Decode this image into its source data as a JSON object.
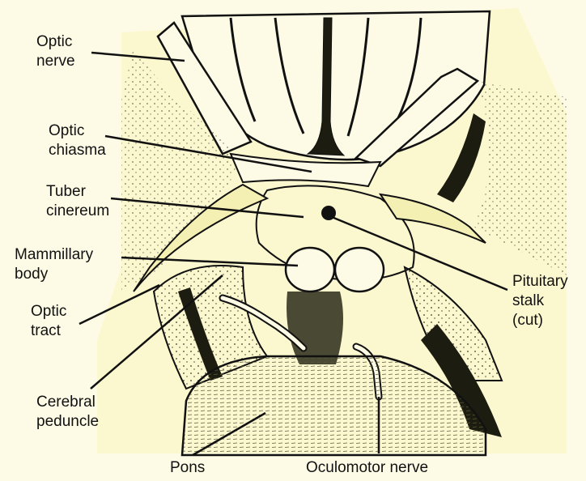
{
  "colors": {
    "background": "#fdfbe6",
    "tissue_light": "#fbf7cf",
    "tissue_mid": "#f4efb3",
    "ink": "#111111",
    "dark_fill": "#1c1c10"
  },
  "labels": {
    "optic_nerve": {
      "line1": "Optic",
      "line2": "nerve"
    },
    "optic_chiasma": {
      "line1": "Optic",
      "line2": "chiasma"
    },
    "tuber_cinereum": {
      "line1": "Tuber",
      "line2": "cinereum"
    },
    "mammillary_body": {
      "line1": "Mammillary",
      "line2": "body"
    },
    "optic_tract": {
      "line1": "Optic",
      "line2": "tract"
    },
    "cerebral_peduncle": {
      "line1": "Cerebral",
      "line2": "peduncle"
    },
    "pons": {
      "line1": "Pons"
    },
    "oculomotor_nerve": {
      "line1": "Oculomotor nerve"
    },
    "pituitary_stalk": {
      "line1": "Pituitary",
      "line2": "stalk",
      "line3": "(cut)"
    }
  }
}
